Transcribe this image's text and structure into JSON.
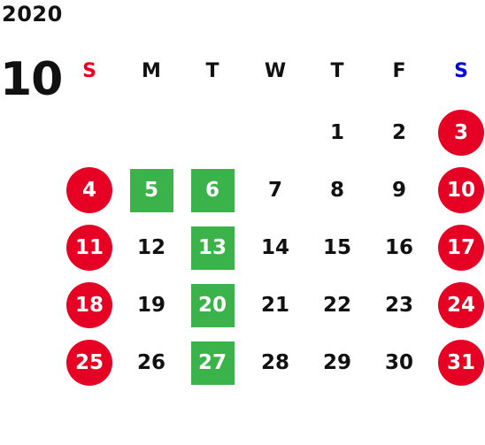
{
  "calendar": {
    "year": "2020",
    "month": "10",
    "weekdays": [
      "S",
      "M",
      "T",
      "W",
      "T",
      "F",
      "S"
    ],
    "weekday_colors": [
      "#e8001c",
      "#111111",
      "#111111",
      "#111111",
      "#111111",
      "#111111",
      "#0000dd"
    ],
    "colors": {
      "holiday_circle": "#e60023",
      "highlight_square": "#3cb34a",
      "text": "#111111",
      "inverse_text": "#ffffff"
    },
    "weeks": [
      [
        null,
        null,
        null,
        null,
        1,
        2,
        3
      ],
      [
        4,
        5,
        6,
        7,
        8,
        9,
        10
      ],
      [
        11,
        12,
        13,
        14,
        15,
        16,
        17
      ],
      [
        18,
        19,
        20,
        21,
        22,
        23,
        24
      ],
      [
        25,
        26,
        27,
        28,
        29,
        30,
        31
      ]
    ],
    "circle_days": [
      3,
      4,
      10,
      11,
      17,
      18,
      24,
      25,
      31
    ],
    "square_days": [
      5,
      6,
      13,
      20,
      27
    ]
  }
}
